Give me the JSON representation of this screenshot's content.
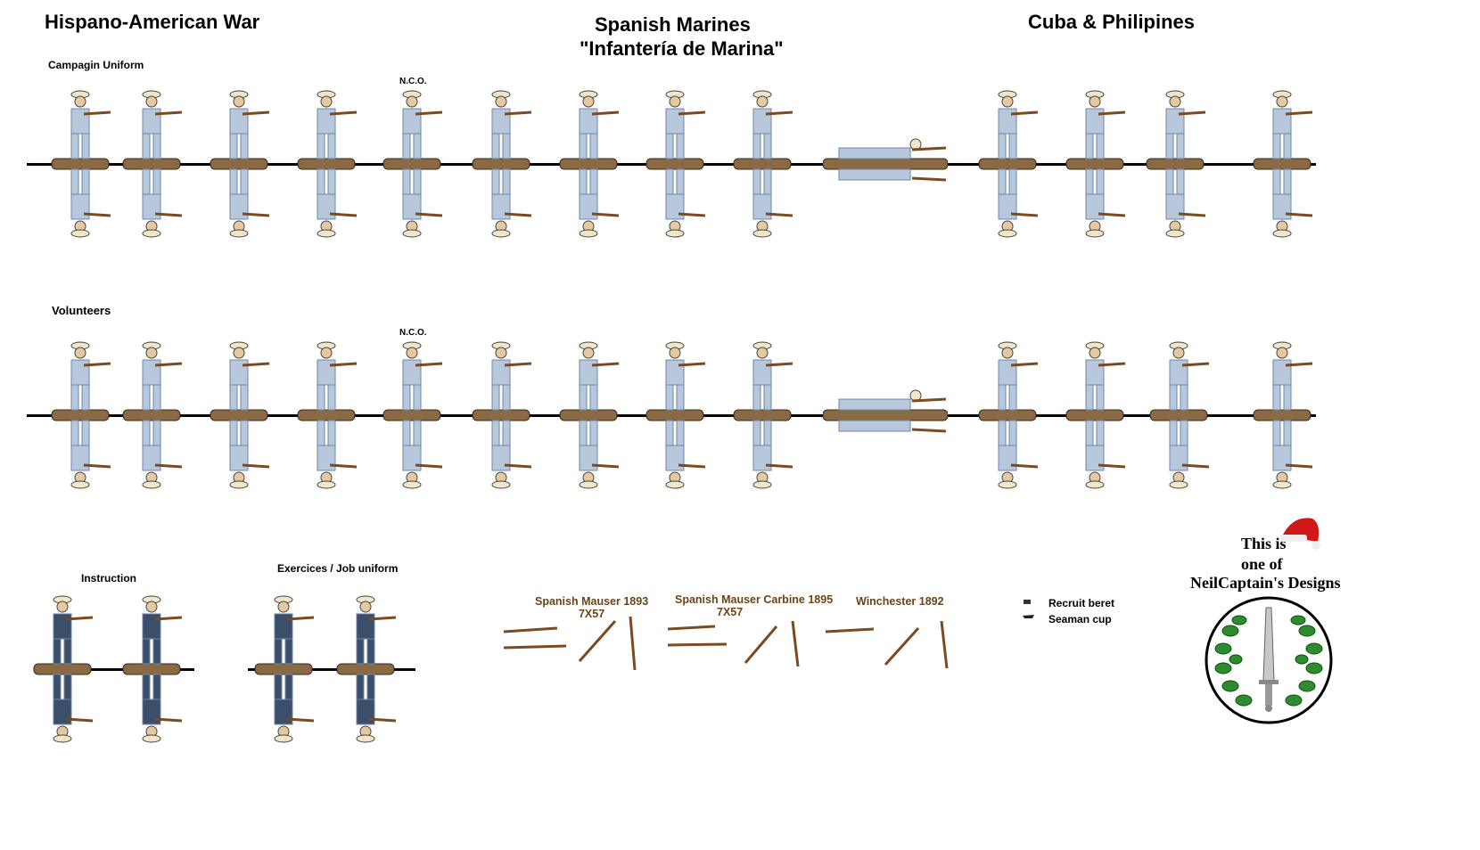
{
  "header": {
    "left_title": "Hispano-American War",
    "center_title_line1": "Spanish Marines",
    "center_title_line2": "\"Infantería de Marina\"",
    "right_title": "Cuba & Philipines"
  },
  "rows": {
    "row1_label": "Campagin Uniform",
    "row1_nco": "N.C.O.",
    "row2_label": "Volunteers",
    "row2_nco": "N.C.O.",
    "row3_label_a": "Instruction",
    "row3_label_b": "Exercices / Job uniform"
  },
  "weapons": {
    "w1_line1": "Spanish Mauser 1893",
    "w1_line2": "7X57",
    "w2_line1": "Spanish Mauser Carbine 1895",
    "w2_line2": "7X57",
    "w3_line1": "Winchester 1892"
  },
  "legend": {
    "item1": "Recruit beret",
    "item2": "Seaman cup"
  },
  "signature": {
    "line1": "This is",
    "line2": "one of",
    "line3": "NeilCaptain's Designs"
  },
  "colors": {
    "uniform": "#b8c8dc",
    "stripe": "#6f86a6",
    "base": "#8a6a45",
    "rifle": "#7a4a22",
    "dark_uniform": "#3b4f6b",
    "wreath": "#2e8b2e"
  }
}
